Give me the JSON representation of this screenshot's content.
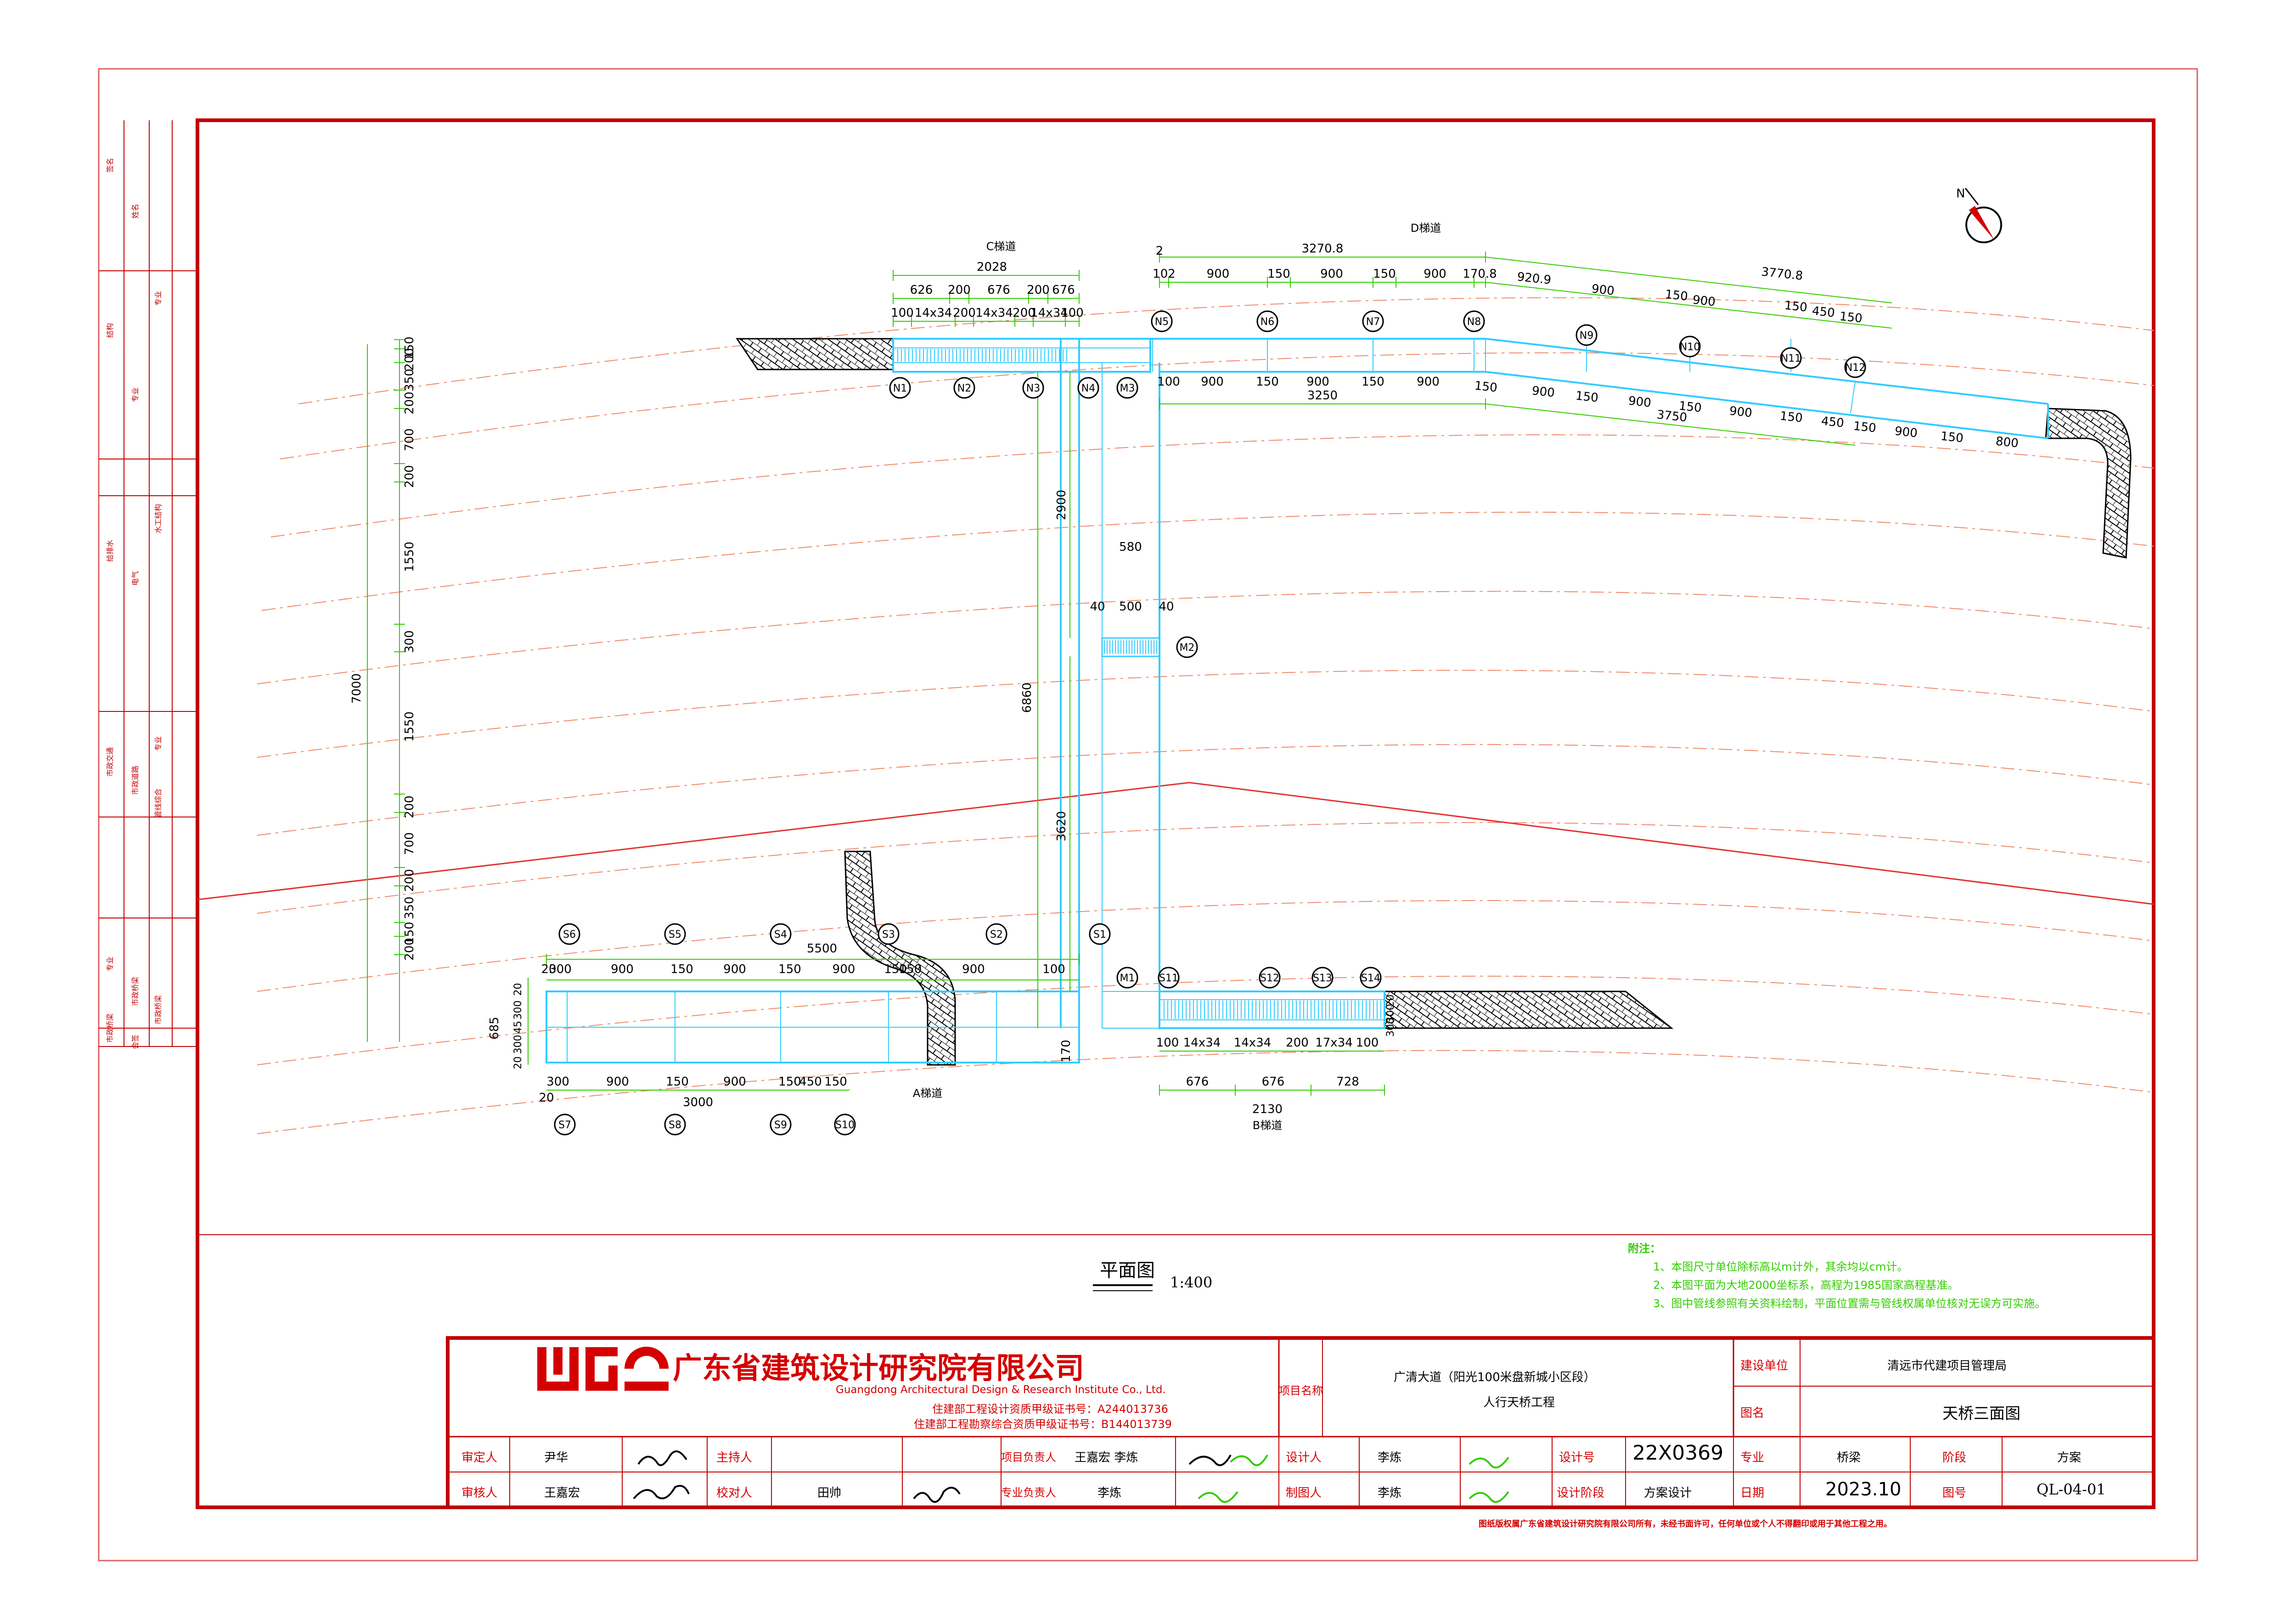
{
  "colors": {
    "frame": "#e06060",
    "border": "#c00000",
    "bridge": "#33ccff",
    "dimension": "#33cc00",
    "road": "#f08a6a",
    "wall_hatch": "#000000"
  },
  "drawing": {
    "title": "平面图",
    "scale": "1:400",
    "section_labels": {
      "c": "C梯道",
      "d": "D梯道",
      "a": "A梯道",
      "b": "B梯道"
    },
    "top_dims": {
      "c_total": "2028",
      "c_row1": [
        "626",
        "200",
        "676",
        "200",
        "676"
      ],
      "c_row2": [
        "100",
        "14x34",
        "200",
        "14x34",
        "200",
        "14x34",
        "100"
      ],
      "d_total": "3270.8",
      "d_lead": "2",
      "d_row": [
        "102",
        "900",
        "150",
        "900",
        "150",
        "900",
        "170.8"
      ],
      "e_total": "3770.8",
      "e_lead": "920.9",
      "e_row": [
        "900",
        "150",
        "900",
        "150",
        "450",
        "150"
      ]
    },
    "inner_dims": {
      "row": [
        "100",
        "900",
        "150",
        "900",
        "150",
        "900",
        "150",
        "900",
        "150",
        "900",
        "150",
        "900",
        "150",
        "450",
        "150",
        "900",
        "150",
        "800"
      ],
      "t3250": "3250",
      "t3750": "3750"
    },
    "vertical_dims": {
      "total": "7000",
      "segments": [
        "150",
        "200",
        "350",
        "200",
        "700",
        "200",
        "1550",
        "300",
        "1550",
        "200",
        "700",
        "200",
        "350",
        "150",
        "200"
      ],
      "stair_total": "6860",
      "stair_upper": "2900",
      "stair_lower": "3620",
      "landing_w": "580",
      "landing_inner": [
        "40",
        "500",
        "40"
      ],
      "stair_bottom": "170",
      "left_small": [
        "20",
        "300",
        "45",
        "300",
        "20"
      ],
      "left_685": "685",
      "right_small": [
        "20",
        "300",
        "300"
      ]
    },
    "bottom_dims": {
      "a_total": "5500",
      "a_row": [
        "20",
        "300",
        "900",
        "150",
        "900",
        "150",
        "900",
        "150",
        "150",
        "900",
        "100"
      ],
      "b_row1": [
        "100",
        "14x34",
        "14x34",
        "200",
        "17x34",
        "100"
      ],
      "b_row2": [
        "676",
        "676",
        "728"
      ],
      "b_total": "2130",
      "s_total": "3000",
      "s_row": [
        "300",
        "900",
        "150",
        "900",
        "150",
        "450",
        "150"
      ],
      "s_lead": "20"
    },
    "piers_top": [
      "N1",
      "N2",
      "N3",
      "N4",
      "N5",
      "N6",
      "N7",
      "N8",
      "N9",
      "N10",
      "N11",
      "N12"
    ],
    "pier_mid": "M3",
    "pier_stair": "M2",
    "pier_bot": "M1",
    "piers_bottom": [
      "S6",
      "S5",
      "S4",
      "S3",
      "S2",
      "S1",
      "S11",
      "S12",
      "S13",
      "S14"
    ],
    "piers_bottom2": [
      "S7",
      "S8",
      "S9",
      "S10"
    ]
  },
  "notes": {
    "title": "附注：",
    "items": [
      "1、本图尺寸单位除标高以m计外，其余均以cm计。",
      "2、本图平面为大地2000坐标系，高程为1985国家高程基准。",
      "3、图中管线参照有关资料绘制，平面位置需与管线权属单位核对无误方可实施。"
    ]
  },
  "title_block": {
    "company_cn": "广东省建筑设计研究院有限公司",
    "company_en": "Guangdong Architectural Design & Research Institute Co., Ltd.",
    "cert1": "住建部工程设计资质甲级证书号：A244013736",
    "cert2": "住建部工程勘察综合资质甲级证书号：B144013739",
    "project_label": "项目名称",
    "project_name_1": "广清大道（阳光100米盘新城小区段）",
    "project_name_2": "人行天桥工程",
    "client_label": "建设单位",
    "client": "清远市代建项目管理局",
    "drawing_name_label": "图名",
    "drawing_name": "天桥三面图",
    "row1": {
      "approve_label": "审定人",
      "approve": "尹华",
      "leader_label": "主持人",
      "pm_label": "项目负责人",
      "pm": "王嘉宏 李炼",
      "designer_label": "设计人",
      "designer": "李炼",
      "design_no_label": "设计号",
      "design_no": "22X0369",
      "major_label": "专业",
      "major": "桥梁",
      "phase_label": "阶段",
      "phase": "方案"
    },
    "row2": {
      "review_label": "审核人",
      "review": "王嘉宏",
      "check_label": "校对人",
      "check": "田帅",
      "spec_label": "专业负责人",
      "spec": "李炼",
      "draw_label": "制图人",
      "draw": "李炼",
      "stage_label": "设计阶段",
      "stage": "方案设计",
      "date_label": "日期",
      "date": "2023.10",
      "sheet_label": "图号",
      "sheet": "QL-04-01"
    },
    "disclaimer": "图纸版权属广东省建筑设计研究院有限公司所有，未经书面许可，任何单位或个人不得翻印或用于其他工程之用。"
  },
  "side_strip": {
    "labels": [
      "签名",
      "姓名",
      "专业",
      "结构",
      "专业",
      "水工结构",
      "给排水",
      "电气",
      "专业",
      "市政交通",
      "市政道路",
      "管线综合",
      "专业",
      "市政桥梁",
      "市政桥梁",
      "市政桥梁",
      "会签"
    ]
  }
}
